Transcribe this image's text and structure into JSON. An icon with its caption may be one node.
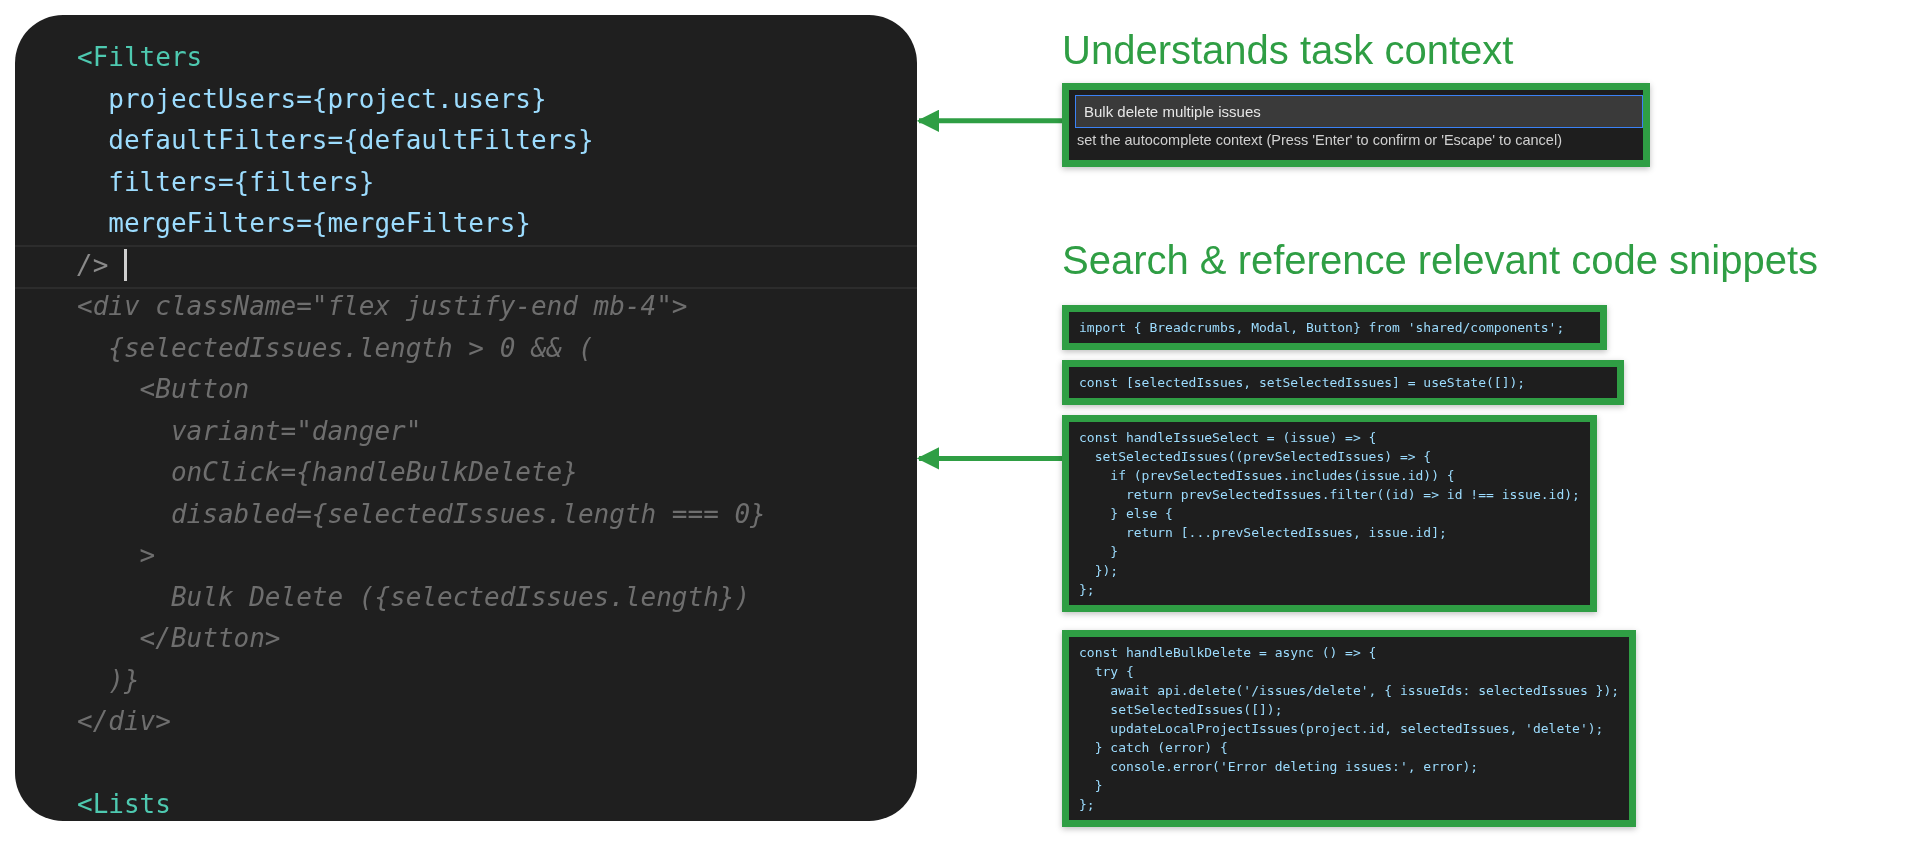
{
  "diagram": {
    "nodes": [
      {
        "text": [
          "<Filters",
          "  projectUsers={project.users}",
          "  defaultFilters={defaultFilters}",
          "  filters={filters}",
          "  mergeFilters={mergeFilters}",
          "/>",
          "<div className=\"flex justify-end mb-4\">",
          "  {selectedIssues.length > 0 && (",
          "    <Button",
          "      variant=\"danger\"",
          "      onClick={handleBulkDelete}",
          "      disabled={selectedIssues.length === 0}",
          "    >",
          "      Bulk Delete ({selectedIssues.length})",
          "    </Button>",
          "  )}",
          "</div>",
          "<Lists"
        ]
      },
      {
        "text": [
          "Bulk delete multiple issues",
          "set the autocomplete context (Press 'Enter' to confirm or 'Escape' to cancel)"
        ]
      },
      {
        "text": [
          "import { Breadcrumbs, Modal, Button} from 'shared/components';"
        ]
      },
      {
        "text": [
          "const [selectedIssues, setSelectedIssues] = useState([]);"
        ]
      },
      {
        "text": [
          "const handleIssueSelect = (issue) => {",
          "  setSelectedIssues((prevSelectedIssues) => {",
          "    if (prevSelectedIssues.includes(issue.id)) {",
          "      return prevSelectedIssues.filter((id) => id !== issue.id);",
          "    } else {",
          "      return [...prevSelectedIssues, issue.id];",
          "    }",
          "  });",
          "};"
        ]
      },
      {
        "text": [
          "const handleBulkDelete = async () => {",
          "  try {",
          "    await api.delete('/issues/delete', { issueIds: selectedIssues });",
          "    setSelectedIssues([]);",
          "    updateLocalProjectIssues(project.id, selectedIssues, 'delete');",
          "  } catch (error) {",
          "    console.error('Error deleting issues:', error);",
          "  }",
          "};"
        ]
      }
    ],
    "edges": [
      {
        "from": 1,
        "to": 0,
        "arrow": "to"
      },
      {
        "from": 4,
        "to": 0,
        "arrow": "to"
      }
    ],
    "labels": [
      "Understands task context",
      "Search & reference relevant code snippets"
    ]
  }
}
